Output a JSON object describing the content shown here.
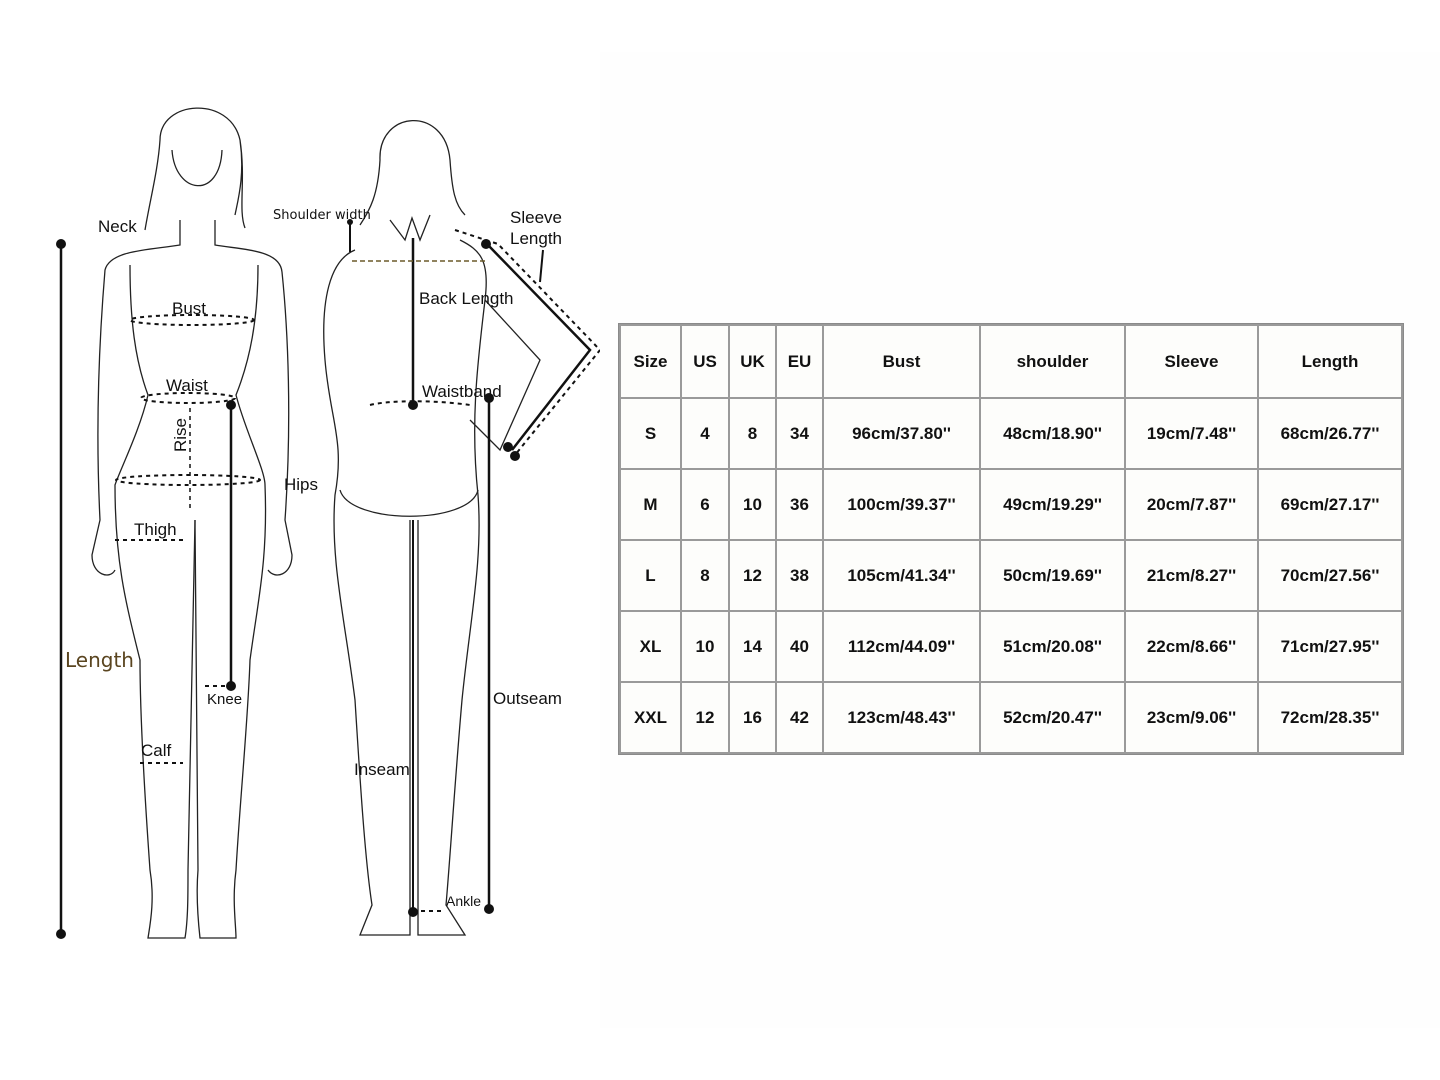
{
  "diagram": {
    "labels": {
      "neck": "Neck",
      "bust": "Bust",
      "waist": "Waist",
      "rise": "Rise",
      "hips": "Hips",
      "thigh": "Thigh",
      "length": "Length",
      "knee": "Knee",
      "calf": "Calf",
      "shoulder_width": "Shoulder width",
      "sleeve_length_1": "Sleeve",
      "sleeve_length_2": "Length",
      "back_length": "Back Length",
      "waistband": "Waistband",
      "outseam": "Outseam",
      "inseam": "Inseam",
      "ankle": "Ankle"
    },
    "colors": {
      "length_label": "#5a4520",
      "shoulder_line": "#6b5a2a"
    }
  },
  "size_table": {
    "headers": [
      "Size",
      "US",
      "UK",
      "EU",
      "Bust",
      "shoulder",
      "Sleeve",
      "Length"
    ],
    "rows": [
      [
        "S",
        "4",
        "8",
        "34",
        "96cm/37.80''",
        "48cm/18.90''",
        "19cm/7.48''",
        "68cm/26.77''"
      ],
      [
        "M",
        "6",
        "10",
        "36",
        "100cm/39.37''",
        "49cm/19.29''",
        "20cm/7.87''",
        "69cm/27.17''"
      ],
      [
        "L",
        "8",
        "12",
        "38",
        "105cm/41.34''",
        "50cm/19.69''",
        "21cm/8.27''",
        "70cm/27.56''"
      ],
      [
        "XL",
        "10",
        "14",
        "40",
        "112cm/44.09''",
        "51cm/20.08''",
        "22cm/8.66''",
        "71cm/27.95''"
      ],
      [
        "XXL",
        "12",
        "16",
        "42",
        "123cm/48.43''",
        "52cm/20.47''",
        "23cm/9.06''",
        "72cm/28.35''"
      ]
    ]
  }
}
